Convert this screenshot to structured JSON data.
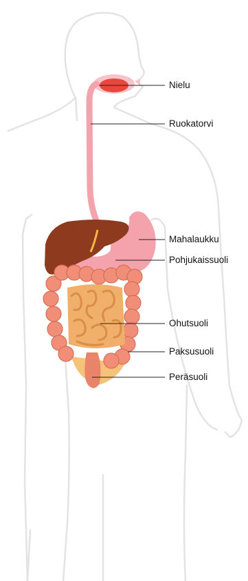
{
  "labels": {
    "pharynx": "Nielu",
    "esophagus": "Ruokatorvi",
    "stomach": "Mahalaukku",
    "duodenum": "Pohjukaissuoli",
    "small_intestine": "Ohutsuoli",
    "large_intestine": "Paksusuoli",
    "rectum": "Peräsuoli"
  },
  "colors": {
    "body_outline": "#e3e3e3",
    "pharynx": "#e8473a",
    "upper_tract": "#f4a3ad",
    "liver": "#8e3a1e",
    "bile_duct": "#f4b740",
    "small_intestine": "#f0b06c",
    "small_intestine_line": "#d98d45",
    "large_intestine": "#f08e78",
    "large_intestine_line": "#d86e5a",
    "rectum": "#e8846a",
    "pelvis": "#f6c27a",
    "leader_line": "#222222",
    "text": "#111111"
  }
}
